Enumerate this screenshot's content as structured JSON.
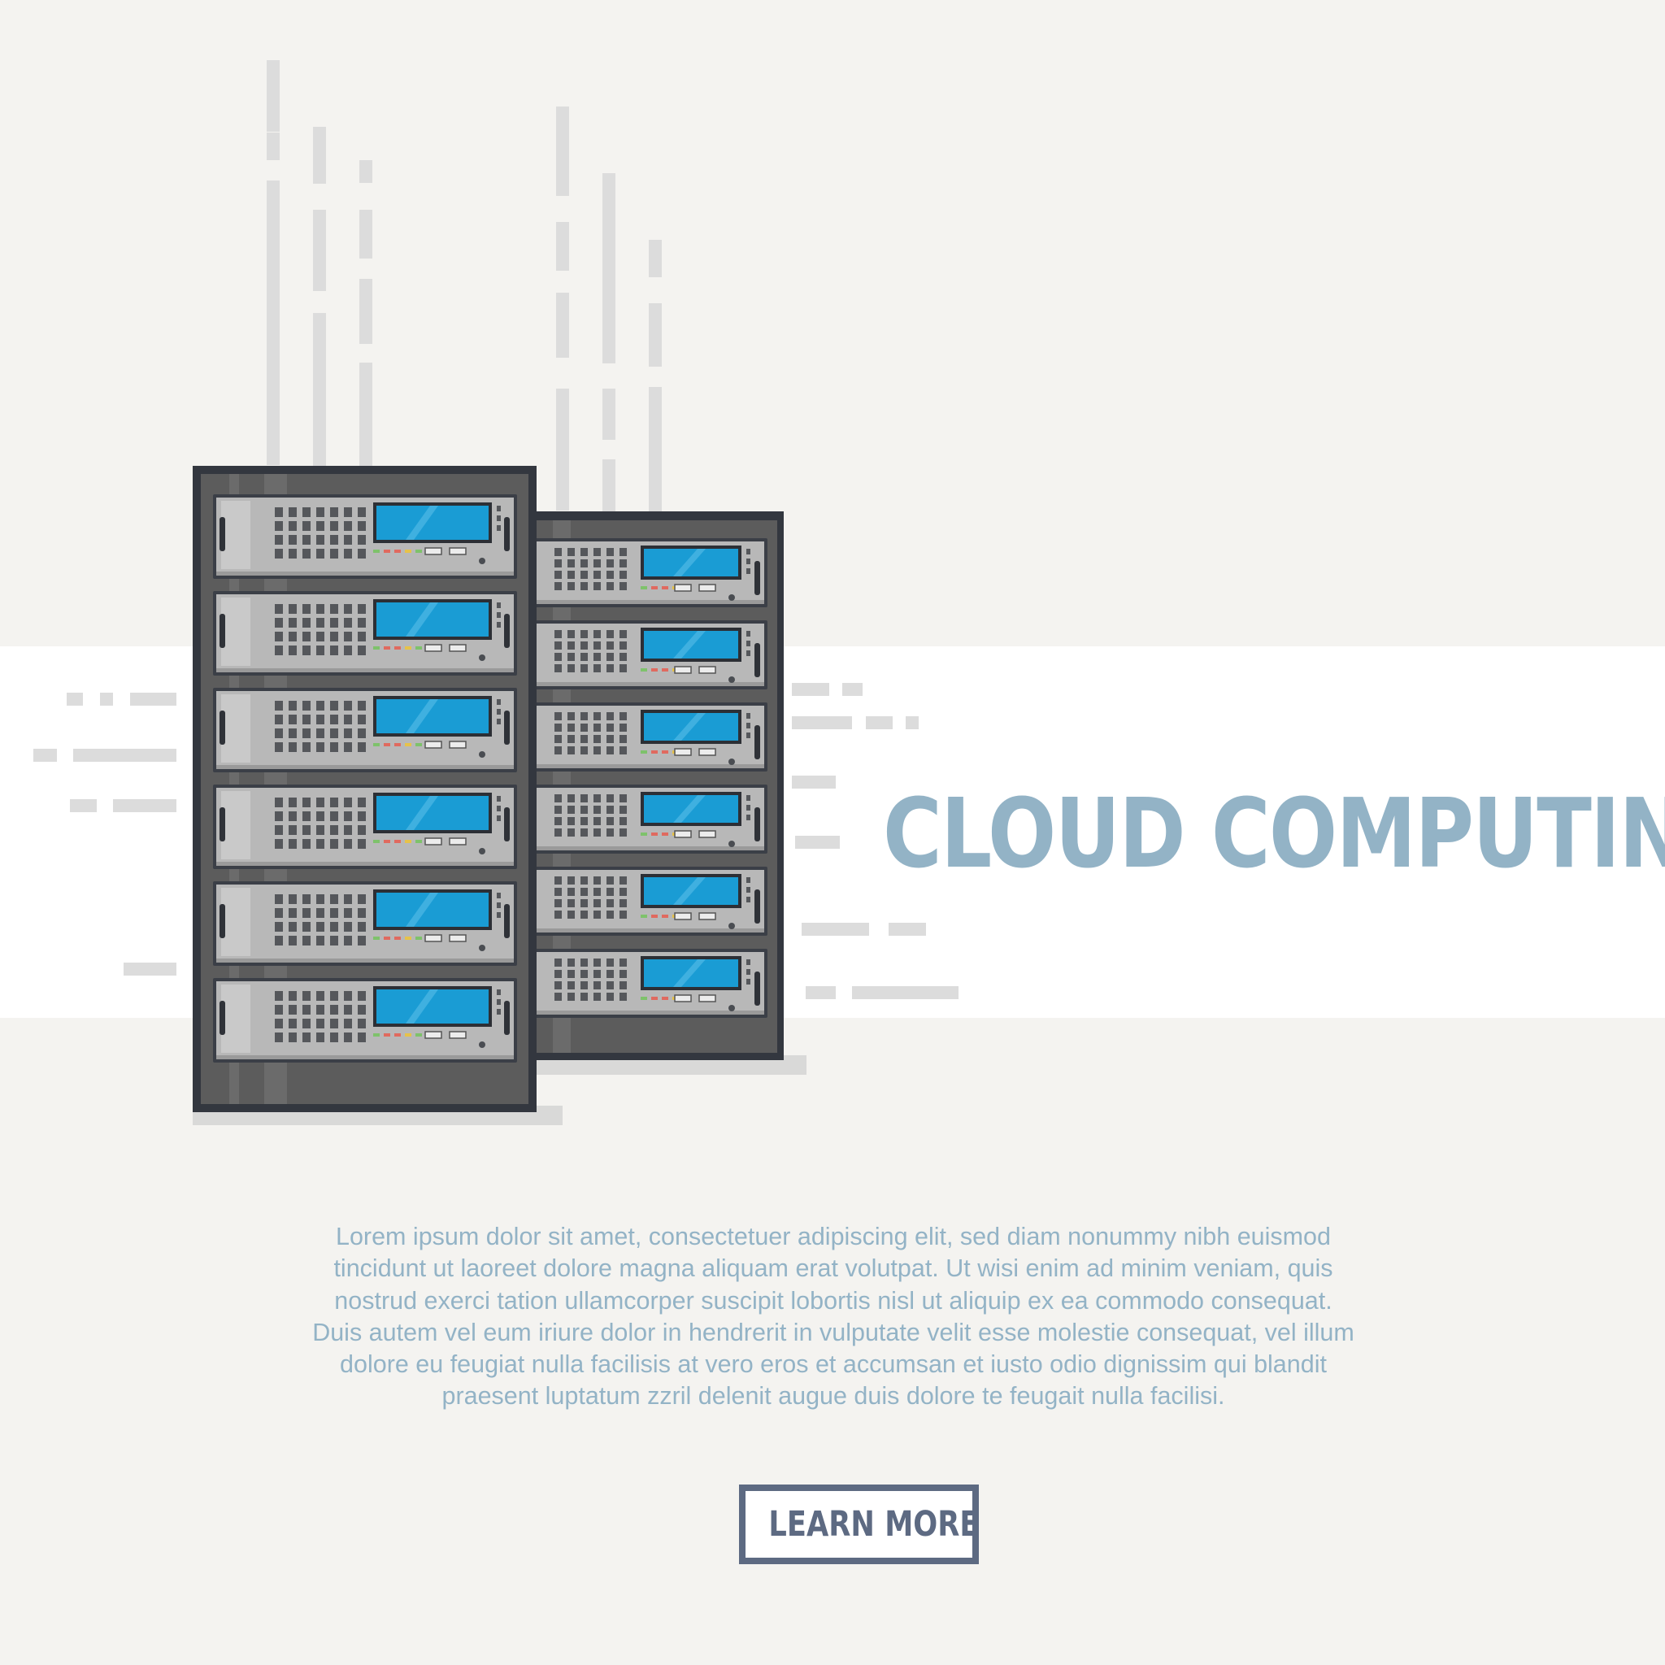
{
  "hero": {
    "title": "CLOUD COMPUTING",
    "body": "Lorem ipsum dolor sit amet, consectetuer adipiscing elit, sed diam nonummy nibh euismod tincidunt ut laoreet dolore magna aliquam erat volutpat. Ut wisi enim ad minim veniam, quis nostrud exerci tation ullamcorper suscipit lobortis nisl ut aliquip ex ea commodo consequat. Duis autem vel eum iriure dolor in hendrerit in vulputate velit esse molestie consequat, vel illum dolore eu feugiat nulla facilisis at vero eros et accumsan et iusto odio dignissim qui blandit praesent luptatum zzril delenit augue duis dolore te feugait nulla facilisi.",
    "cta_label": "LEARN MORE"
  },
  "illustration": {
    "icon": "server-rack-icon"
  },
  "colors": {
    "background": "#f4f3f0",
    "band": "#ffffff",
    "accent": "#93b3c6",
    "button_border": "#5d6a82",
    "button_text": "#5d6a82",
    "rack_frame": "#33373f",
    "rack_body": "#5c5c5c",
    "unit_face": "#b8b8b8",
    "screen": "#1a9cd4",
    "stream": "#dcdcdc"
  }
}
